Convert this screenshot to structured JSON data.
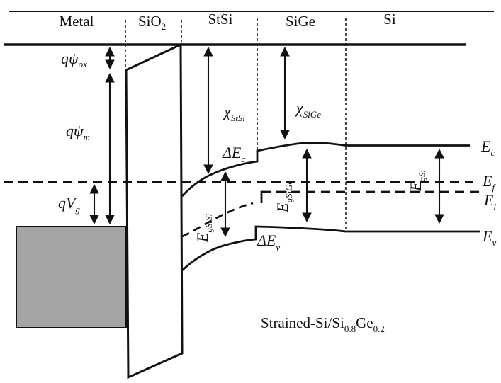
{
  "colors": {
    "ink": "#111111",
    "metal_fill": "#a4a4a4",
    "background": "#ffffff"
  },
  "region_labels": {
    "metal": "Metal",
    "sio2": {
      "base": "SiO",
      "sub": "2"
    },
    "stsi": "StSi",
    "sige": "SiGe",
    "si": "Si"
  },
  "energy_labels": {
    "q_psi_ox": {
      "base": "qψ",
      "sub": "ox"
    },
    "q_psi_m": {
      "base": "qψ",
      "sub": "m"
    },
    "q_v_g": {
      "base": "qV",
      "sub": "g"
    },
    "chi_stsi": {
      "base": "χ",
      "sub": "StSi"
    },
    "chi_sige": {
      "base": "χ",
      "sub": "SiGe"
    },
    "delta_e_c": {
      "base": "ΔE",
      "sub": "c"
    },
    "delta_e_v": {
      "base": "ΔE",
      "sub": "v"
    },
    "e_g_stsi": {
      "base": "E",
      "sub": "gStSi"
    },
    "e_g_sige": {
      "base": "E",
      "sub": "gSiGe"
    },
    "e_g_si": {
      "base": "E",
      "sub": "gSi"
    }
  },
  "band_labels": {
    "e_c": {
      "base": "E",
      "sub": "c"
    },
    "e_f": {
      "base": "E",
      "sub": "f"
    },
    "e_i": {
      "base": "E",
      "sub": "i"
    },
    "e_v": {
      "base": "E",
      "sub": "v"
    }
  },
  "caption": {
    "part1": "Strained-Si/Si",
    "sub1": "0.8",
    "part2": "Ge",
    "sub2": "0.2"
  }
}
